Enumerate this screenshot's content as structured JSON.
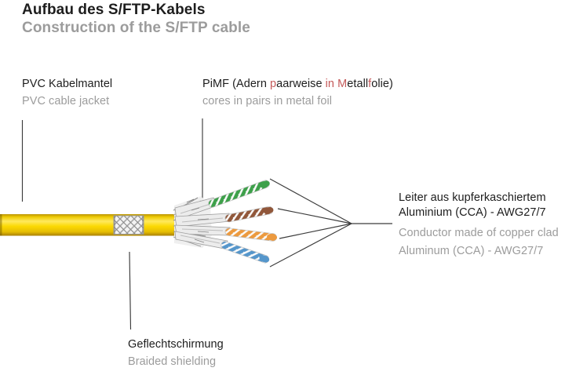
{
  "title": {
    "de": "Aufbau des S/FTP-Kabels",
    "en": "Construction of the S/FTP cable"
  },
  "labels": {
    "pvc": {
      "de": "PVC Kabelmantel",
      "en": "PVC cable jacket"
    },
    "pimf": {
      "de_full": "PiMF (Adern paarweise in Metallfolie)",
      "de_segments": [
        {
          "text": "PiMF (Adern "
        },
        {
          "text": "p",
          "red": true
        },
        {
          "text": "aarweise "
        },
        {
          "text": "in",
          "red": true
        },
        {
          "text": " "
        },
        {
          "text": "M",
          "red": true
        },
        {
          "text": "etall"
        },
        {
          "text": "f",
          "red": true
        },
        {
          "text": "olie)"
        }
      ],
      "en": "cores in pairs in metal foil"
    },
    "conductor": {
      "de_line1": "Leiter aus kupferkaschiertem",
      "de_line2": "Aluminium (CCA) - AWG27/7",
      "en_line1": "Conductor made of copper clad",
      "en_line2": "Aluminum (CCA) - AWG27/7"
    },
    "braid": {
      "de": "Geflechtschirmung",
      "en": "Braided shielding"
    }
  },
  "colors": {
    "text_dark": "#1d1d1d",
    "text_gray": "#9c9c9c",
    "accent_red": "#c45a5a",
    "jacket_yellow": "#f8d903",
    "pair_green": "#3da04a",
    "pair_brown": "#91573a",
    "pair_orange": "#ec9a3f",
    "pair_blue": "#5596cb"
  },
  "diagram": {
    "type": "cable-construction",
    "jacket_color": "#f8d903",
    "pairs": [
      {
        "name": "green-pair",
        "color": "#3da04a"
      },
      {
        "name": "brown-pair",
        "color": "#91573a"
      },
      {
        "name": "orange-pair",
        "color": "#ec9a3f"
      },
      {
        "name": "blue-pair",
        "color": "#5596cb"
      }
    ]
  }
}
